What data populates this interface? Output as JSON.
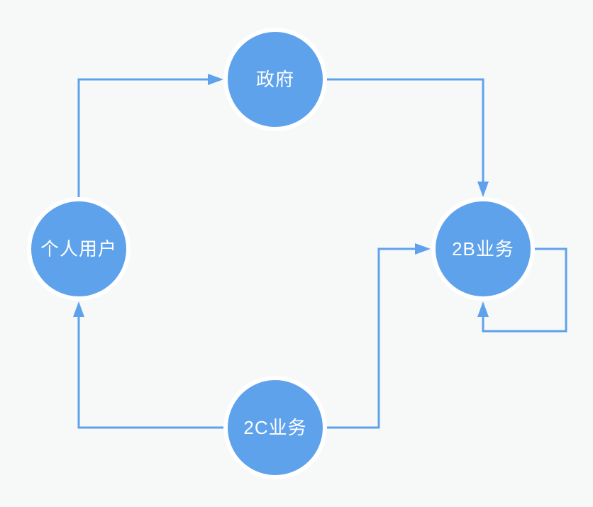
{
  "diagram": {
    "type": "flowchart",
    "description": "Four-node cycle diagram with a self-loop"
  },
  "colors": {
    "background": "#f7f8f8",
    "node_fill": "#5fa2ec",
    "node_halo": "#ffffff",
    "edge": "#5fa2ec",
    "label_text": "#ffffff"
  },
  "nodes": [
    {
      "id": "government",
      "label": "政府"
    },
    {
      "id": "individual-user",
      "label": "个人用户"
    },
    {
      "id": "b2b-business",
      "label": "2B业务"
    },
    {
      "id": "c2c-business",
      "label": "2C业务"
    }
  ],
  "edges": [
    {
      "id": "individual-user-to-government",
      "from": "individual-user",
      "to": "government"
    },
    {
      "id": "government-to-b2b",
      "from": "government",
      "to": "b2b-business"
    },
    {
      "id": "c2c-to-individual-user",
      "from": "c2c-business",
      "to": "individual-user"
    },
    {
      "id": "c2c-to-b2b",
      "from": "c2c-business",
      "to": "b2b-business"
    },
    {
      "id": "b2b-self-loop",
      "from": "b2b-business",
      "to": "b2b-business"
    }
  ]
}
